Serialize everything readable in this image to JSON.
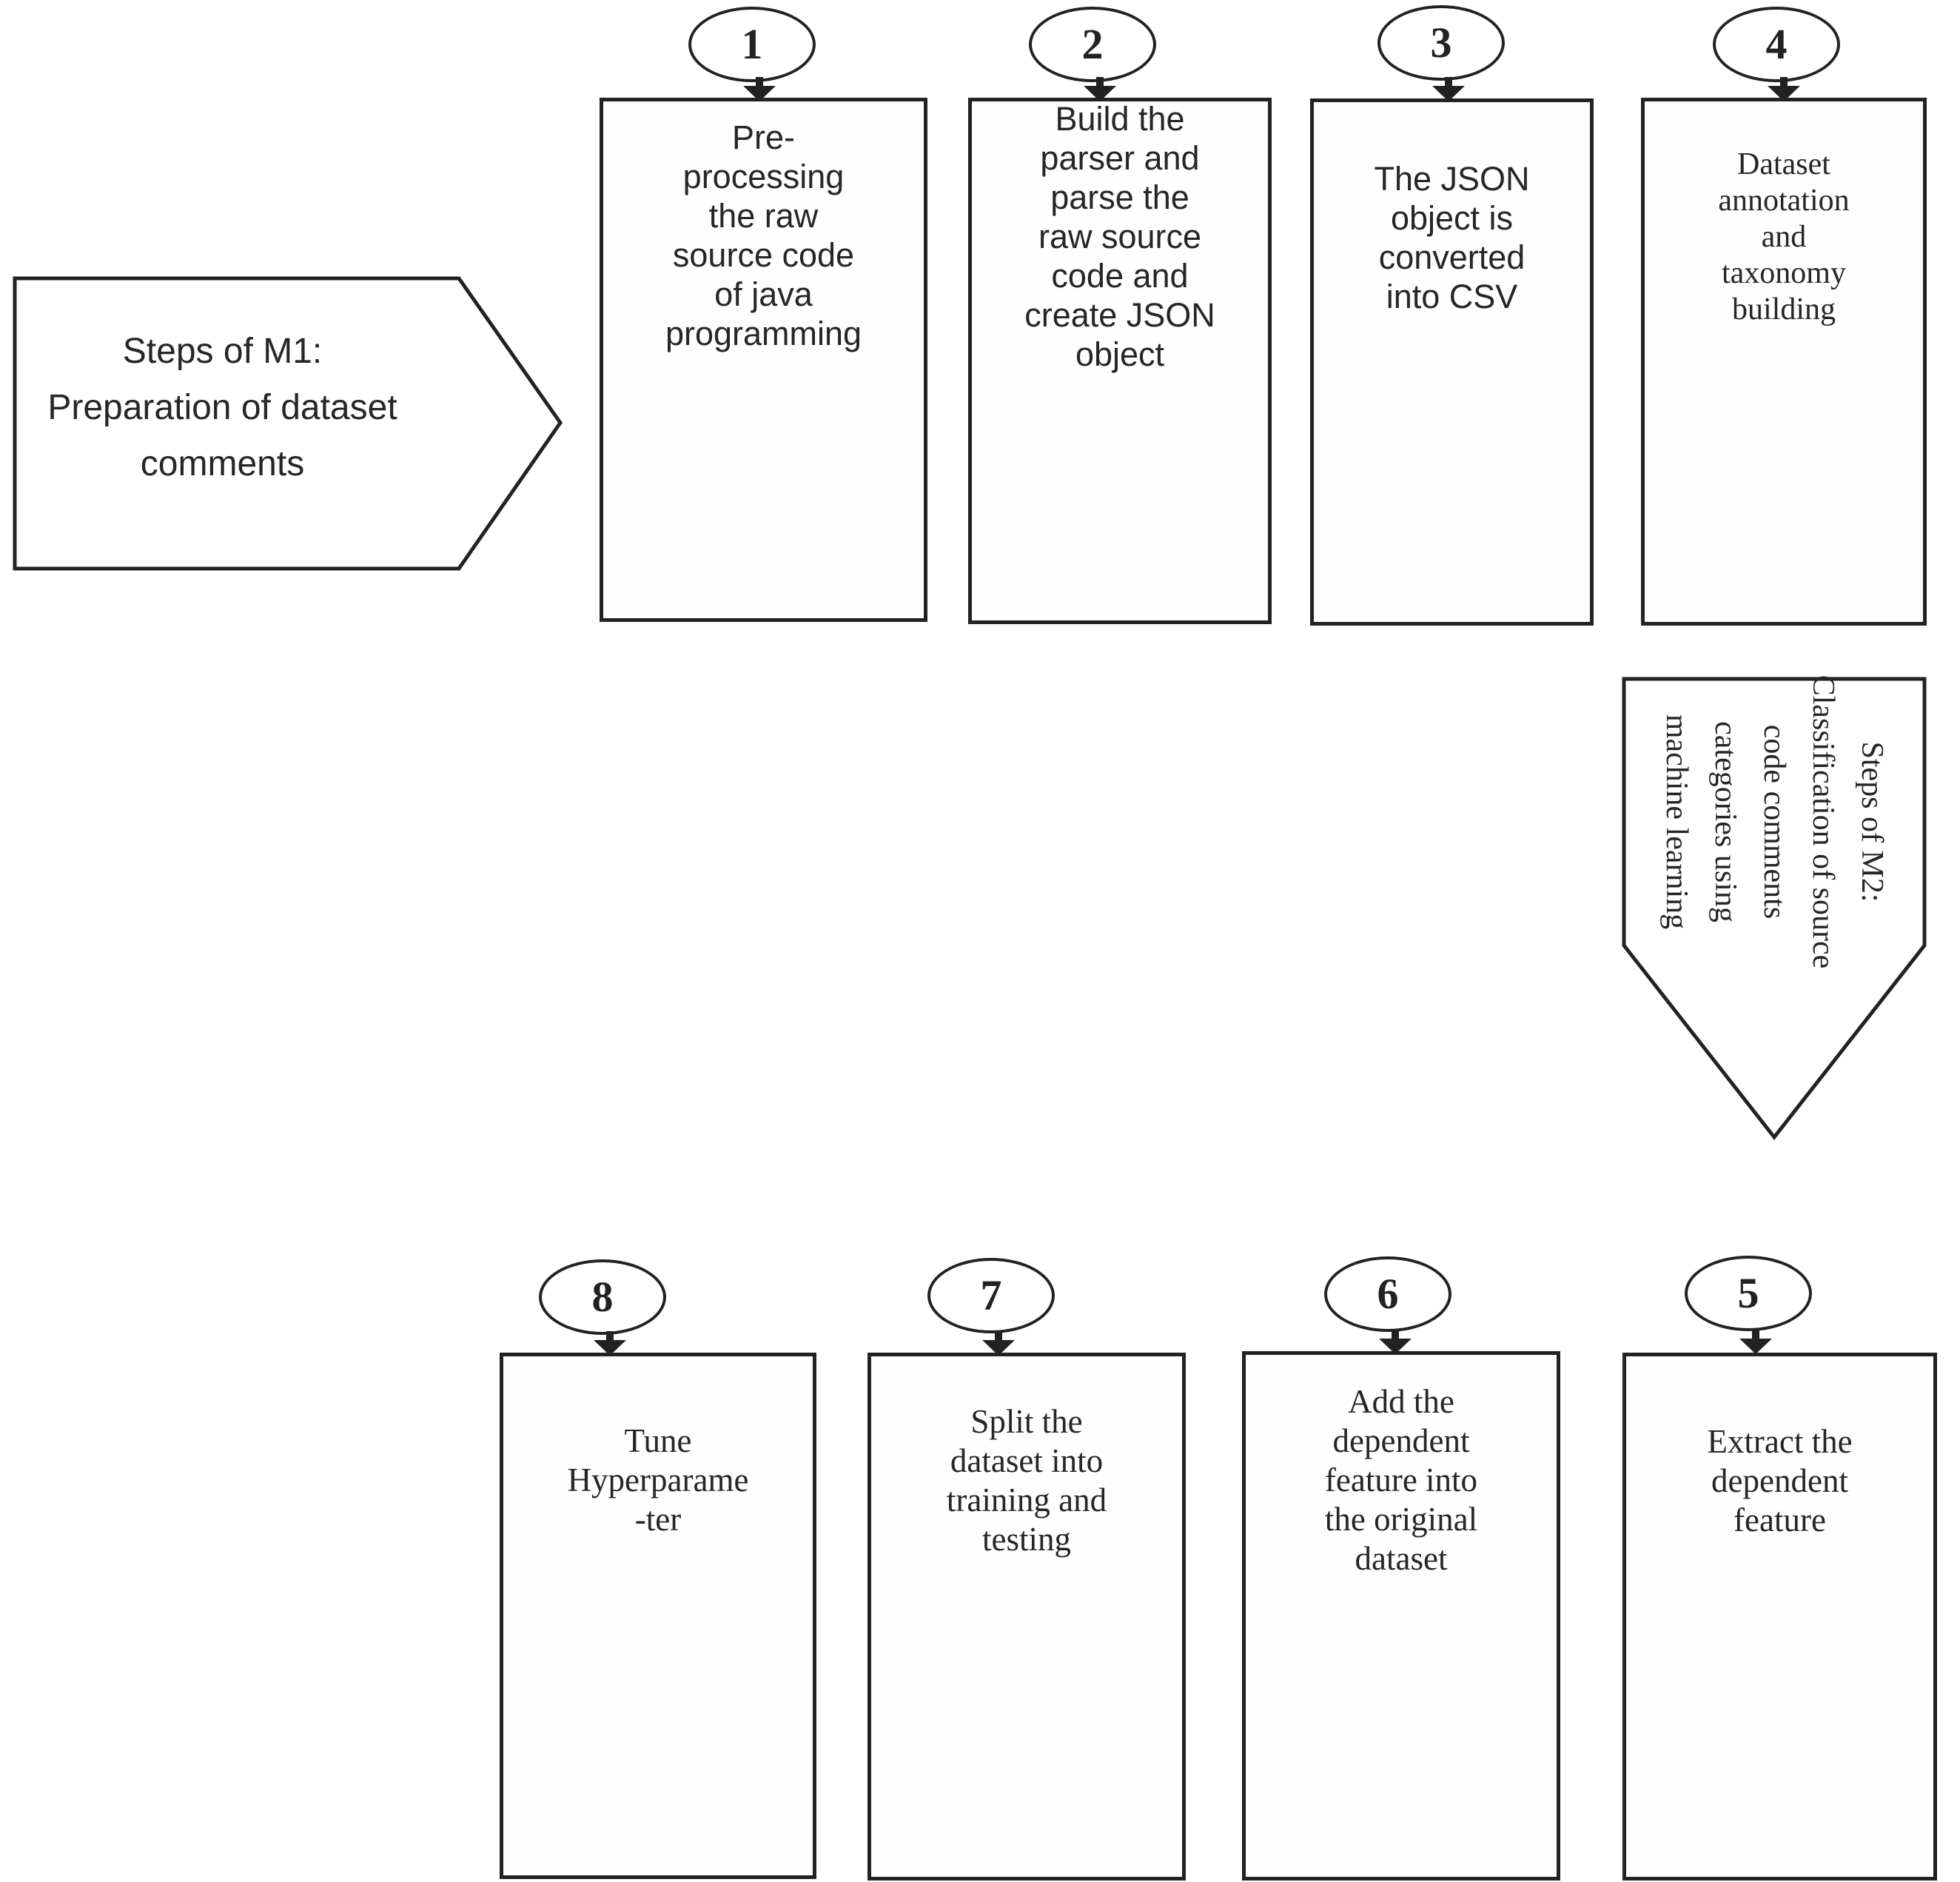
{
  "figure": {
    "background": "#ffffff",
    "ink": "#222222"
  },
  "m1_banner": {
    "text": "Steps of M1:\nPreparation of dataset\ncomments"
  },
  "m2_banner": {
    "text": "Steps of M2:\nClassification of source\ncode comments\ncategories using\nmachine learning"
  },
  "steps": [
    {
      "number": "1",
      "text": "Pre-\nprocessing\nthe raw\nsource code\nof java\nprogramming"
    },
    {
      "number": "2",
      "text": "Build the\nparser and\nparse the\nraw source\ncode and\ncreate JSON\nobject"
    },
    {
      "number": "3",
      "text": "The JSON\nobject is\nconverted\ninto CSV"
    },
    {
      "number": "4",
      "text": "Dataset\nannotation\nand\ntaxonomy\nbuilding"
    },
    {
      "number": "5",
      "text": "Extract the\ndependent\nfeature"
    },
    {
      "number": "6",
      "text": "Add the\ndependent\nfeature into\nthe original\ndataset"
    },
    {
      "number": "7",
      "text": "Split the\ndataset into\ntraining and\ntesting"
    },
    {
      "number": "8",
      "text": "Tune\nHyperparame\n-ter"
    }
  ]
}
